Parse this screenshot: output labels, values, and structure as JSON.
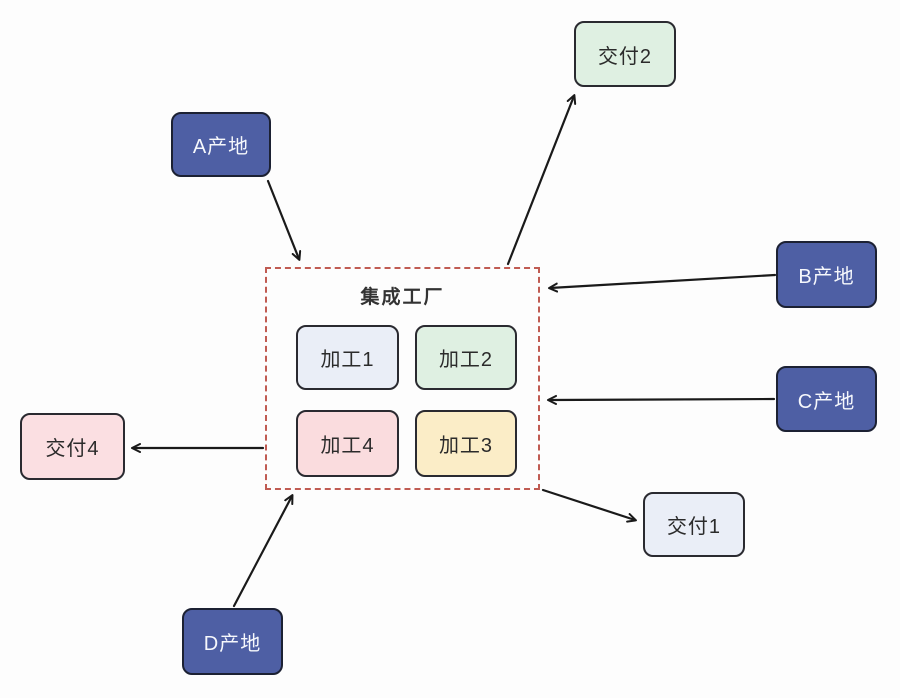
{
  "nodes": {
    "source_a": {
      "label": "A产地",
      "type": "source"
    },
    "source_b": {
      "label": "B产地",
      "type": "source"
    },
    "source_c": {
      "label": "C产地",
      "type": "source"
    },
    "source_d": {
      "label": "D产地",
      "type": "source"
    },
    "factory": {
      "title": "集成工厂",
      "type": "group"
    },
    "unit_1": {
      "label": "加工1",
      "type": "process"
    },
    "unit_2": {
      "label": "加工2",
      "type": "process"
    },
    "unit_3": {
      "label": "加工3",
      "type": "process"
    },
    "unit_4": {
      "label": "加工4",
      "type": "process"
    },
    "delivery_1": {
      "label": "交付1",
      "type": "delivery"
    },
    "delivery_2": {
      "label": "交付2",
      "type": "delivery"
    },
    "delivery_4": {
      "label": "交付4",
      "type": "delivery"
    }
  },
  "edges": [
    {
      "from": "source_a",
      "to": "factory"
    },
    {
      "from": "source_b",
      "to": "factory"
    },
    {
      "from": "source_c",
      "to": "factory"
    },
    {
      "from": "source_d",
      "to": "factory"
    },
    {
      "from": "factory",
      "to": "delivery_2"
    },
    {
      "from": "factory",
      "to": "delivery_4"
    },
    {
      "from": "factory",
      "to": "delivery_1"
    }
  ],
  "colors": {
    "source_fill": "#4e5fa4",
    "source_text": "#f6f8fc",
    "unit1_fill": "#eaeef7",
    "unit2_fill": "#dff0e2",
    "unit3_fill": "#fbedc7",
    "unit4_fill": "#fadcde",
    "delivery1_fill": "#eaeef7",
    "delivery2_fill": "#dff0e2",
    "delivery4_fill": "#fbdfe2",
    "factory_border": "#c05b52",
    "arrow": "#1a1a1a",
    "background": "#fdfdfd"
  }
}
